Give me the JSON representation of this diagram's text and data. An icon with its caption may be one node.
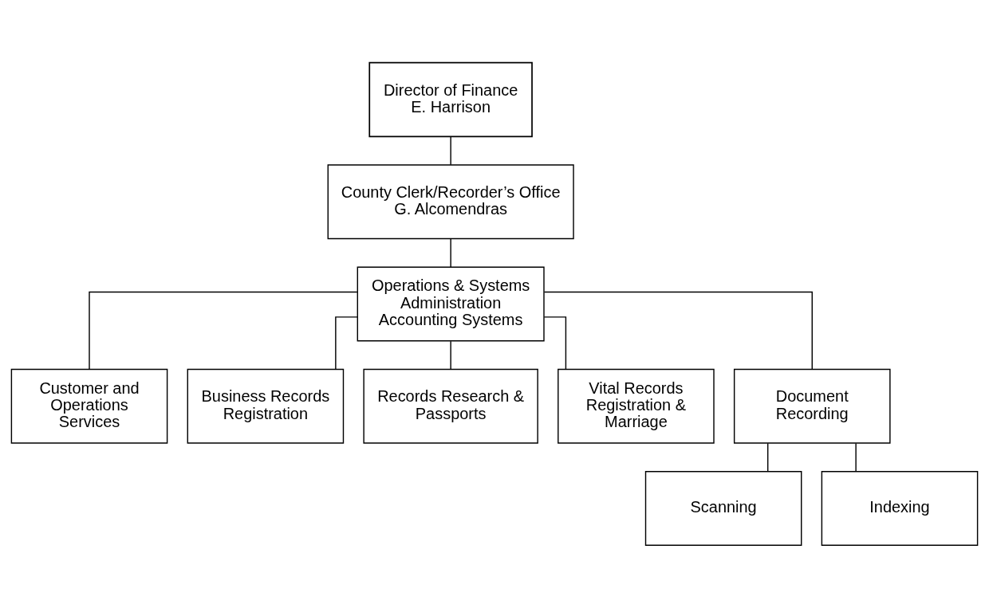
{
  "diagram": {
    "nodes": [
      {
        "text": [
          "Director of Finance",
          "E. Harrison"
        ]
      },
      {
        "text": [
          "County Clerk/Recorder’s Office",
          "G. Alcomendras"
        ]
      },
      {
        "text": [
          "Operations & Systems Administration",
          "Accounting Systems"
        ]
      },
      {
        "text": [
          "Customer and Operations Services"
        ]
      },
      {
        "text": [
          "Business Records Registration"
        ]
      },
      {
        "text": [
          "Records Research & Passports"
        ]
      },
      {
        "text": [
          "Vital Records Registration & Marriage"
        ]
      },
      {
        "text": [
          "Document Recording"
        ]
      },
      {
        "text": [
          "Scanning"
        ]
      },
      {
        "text": [
          "Indexing"
        ]
      }
    ],
    "edges": [
      {
        "from": 0,
        "to": 1,
        "arrow": "none"
      },
      {
        "from": 1,
        "to": 2,
        "arrow": "none"
      },
      {
        "from": 2,
        "to": 3,
        "arrow": "none"
      },
      {
        "from": 2,
        "to": 4,
        "arrow": "none"
      },
      {
        "from": 2,
        "to": 5,
        "arrow": "none"
      },
      {
        "from": 2,
        "to": 6,
        "arrow": "none"
      },
      {
        "from": 2,
        "to": 7,
        "arrow": "none"
      },
      {
        "from": 7,
        "to": 8,
        "arrow": "none"
      },
      {
        "from": 7,
        "to": 9,
        "arrow": "none"
      }
    ]
  }
}
